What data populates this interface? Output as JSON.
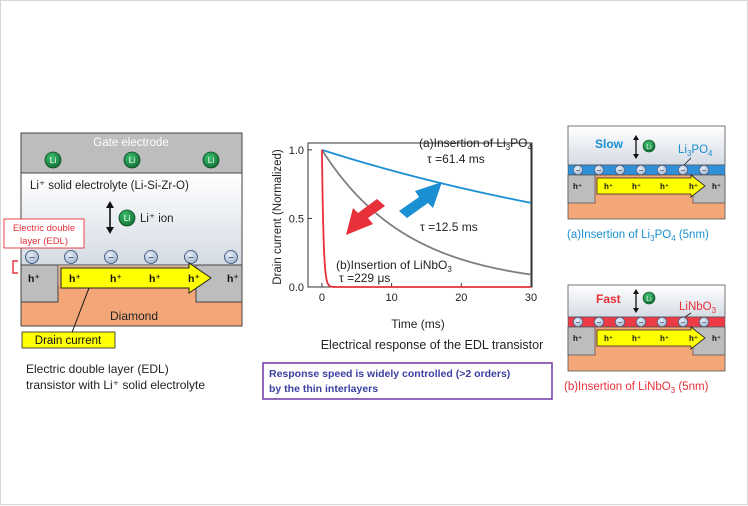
{
  "left_panel": {
    "gate_label": "Gate electrode",
    "li_plus": "Li",
    "electrolyte_label": "Li⁺ solid electrolyte (Li-Si-Zr-O)",
    "li_ion_label": "Li⁺ ion",
    "edl_label_line1": "Electric double",
    "edl_label_line2": "layer (EDL)",
    "minus": "−",
    "hole": "h⁺",
    "diamond_label": "Diamond",
    "drain_current_label": "Drain current",
    "caption_line1": "Electric double layer (EDL)",
    "caption_line2": "transistor with Li⁺ solid electrolyte"
  },
  "chart": {
    "y_axis_label": "Drain current (Normalized)",
    "x_axis_label": "Time (ms)",
    "title": "Electrical response of the EDL transistor",
    "y_ticks": [
      "0.0",
      "0.5",
      "1.0"
    ],
    "x_ticks": [
      "0",
      "10",
      "20",
      "30"
    ],
    "annotation_a_line1": "(a)Insertion of Li₃PO₄",
    "annotation_a_line2": "τ =61.4 ms",
    "annotation_mid": "τ =12.5 ms",
    "annotation_b_line1": "(b)Insertion of LiNbO₃",
    "annotation_b_line2": "τ =229 μs",
    "note_line1": "Response speed is widely controlled (>2 orders)",
    "note_line2": "by the thin interlayers"
  },
  "chart_data": {
    "type": "line",
    "xlabel": "Time (ms)",
    "ylabel": "Drain current (Normalized)",
    "xlim": [
      -2,
      30
    ],
    "ylim": [
      0,
      1.05
    ],
    "series": [
      {
        "name": "(a)Insertion of Li₃PO₄",
        "tau_ms": 61.4,
        "color": "#1a8fd1",
        "x": [
          0,
          5,
          10,
          15,
          20,
          25,
          30
        ],
        "y": [
          1.0,
          0.92,
          0.85,
          0.78,
          0.72,
          0.66,
          0.61
        ]
      },
      {
        "name": "τ =12.5 ms",
        "tau_ms": 12.5,
        "color": "#7f7f7f",
        "x": [
          0,
          5,
          10,
          15,
          20,
          25,
          30
        ],
        "y": [
          1.0,
          0.67,
          0.45,
          0.3,
          0.2,
          0.13,
          0.09
        ]
      },
      {
        "name": "(b)Insertion of LiNbO₃",
        "tau_ms": 0.229,
        "color": "#e8303a",
        "x": [
          0,
          0.25,
          0.5,
          1,
          2,
          30
        ],
        "y": [
          1.0,
          0.34,
          0.11,
          0.013,
          0.0,
          0.0
        ]
      }
    ],
    "colors": {
      "blue_arrow": "#1a8fd1",
      "red_arrow": "#e8303a",
      "note_border": "#7a42a8"
    }
  },
  "right_panels": {
    "slow_label": "Slow",
    "fast_label": "Fast",
    "li3po4_label": "Li₃PO₄",
    "linbo3_label": "LiNbO₃",
    "caption_a": "(a)Insertion of Li₃PO₄ (5nm)",
    "caption_b": "(b)Insertion of LiNbO₃ (5nm)"
  },
  "colors": {
    "gate": "#bdbdbd",
    "electrolyte_top": "#ffffff",
    "electrolyte_bottom": "#d8dee6",
    "diamond": "#f3a678",
    "channel_arrow": "#ffff00",
    "li_green": "#1f8f4a",
    "blue_layer": "#2f8fd8",
    "red_layer": "#ec3b46",
    "caption_a_color": "#1a8fd1",
    "caption_b_color": "#e8303a"
  }
}
